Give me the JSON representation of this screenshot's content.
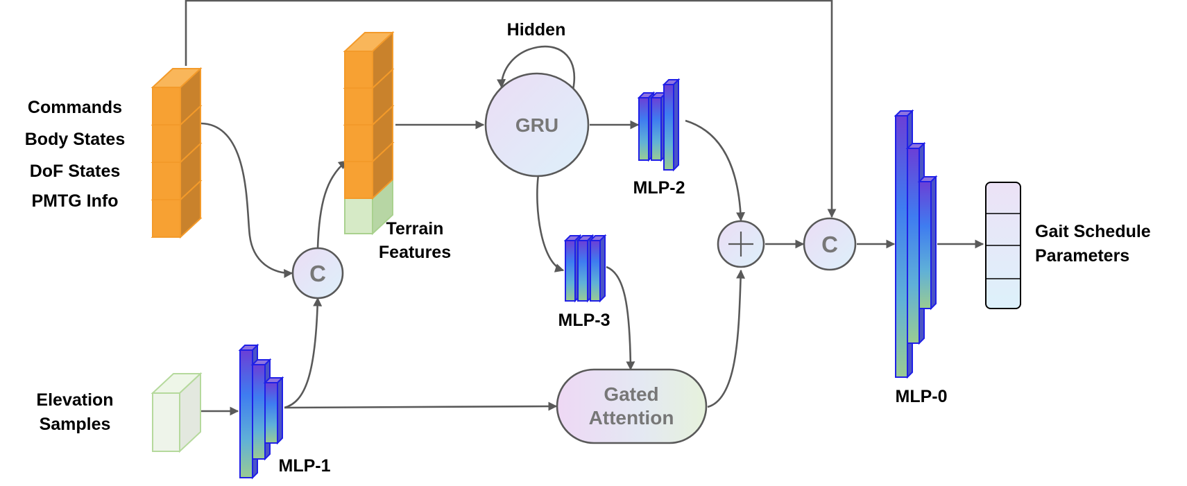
{
  "inputs": {
    "commands": "Commands",
    "body_states": "Body States",
    "dof_states": "DoF States",
    "pmtg_info": "PMTG Info",
    "elevation_line1": "Elevation",
    "elevation_line2": "Samples"
  },
  "nodes": {
    "concat_1": "C",
    "concat_2": "C",
    "gru": "GRU",
    "hidden": "Hidden",
    "gated_line1": "Gated",
    "gated_line2": "Attention"
  },
  "terrain": {
    "line1": "Terrain",
    "line2": "Features"
  },
  "mlps": {
    "mlp0": "MLP-0",
    "mlp1": "MLP-1",
    "mlp2": "MLP-2",
    "mlp3": "MLP-3"
  },
  "output": {
    "line1": "Gait Schedule",
    "line2": "Parameters"
  },
  "colors": {
    "orange": "#F7A133",
    "orange_edge": "#F39A2A",
    "green": "#D6EAC6",
    "green_edge": "#A9D18E",
    "mlp_edge": "#1F1FE6",
    "edge": "#595959"
  }
}
